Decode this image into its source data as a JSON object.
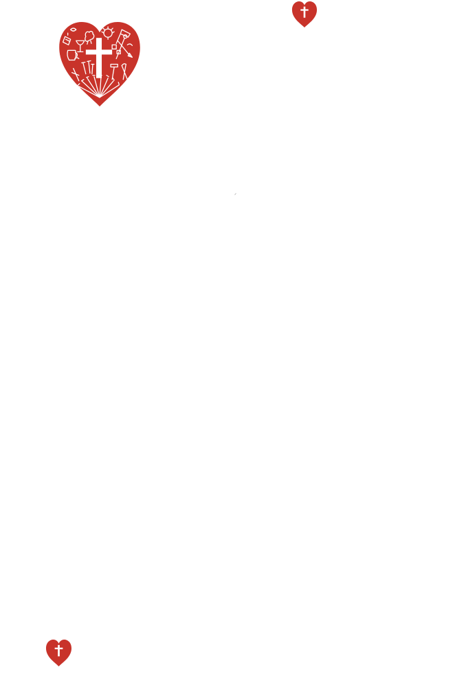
{
  "page": {
    "background": "#ffffff"
  },
  "colors": {
    "heart_red": "#c8332a",
    "symbol_white": "#ffffff"
  },
  "emblems": [
    {
      "kind": "large-heart",
      "icon": "sacred-heart-with-cross-and-instruments-of-passion-icon",
      "symbols": [
        "cross",
        "crown-of-thorns",
        "chalice",
        "lantern",
        "rooster",
        "hammer",
        "pincers",
        "nails",
        "swords",
        "dice",
        "spear",
        "ladder",
        "ewer"
      ]
    },
    {
      "kind": "small-heart",
      "icon": "heart-with-cross-icon"
    },
    {
      "kind": "small-heart",
      "icon": "heart-with-cross-icon"
    }
  ]
}
